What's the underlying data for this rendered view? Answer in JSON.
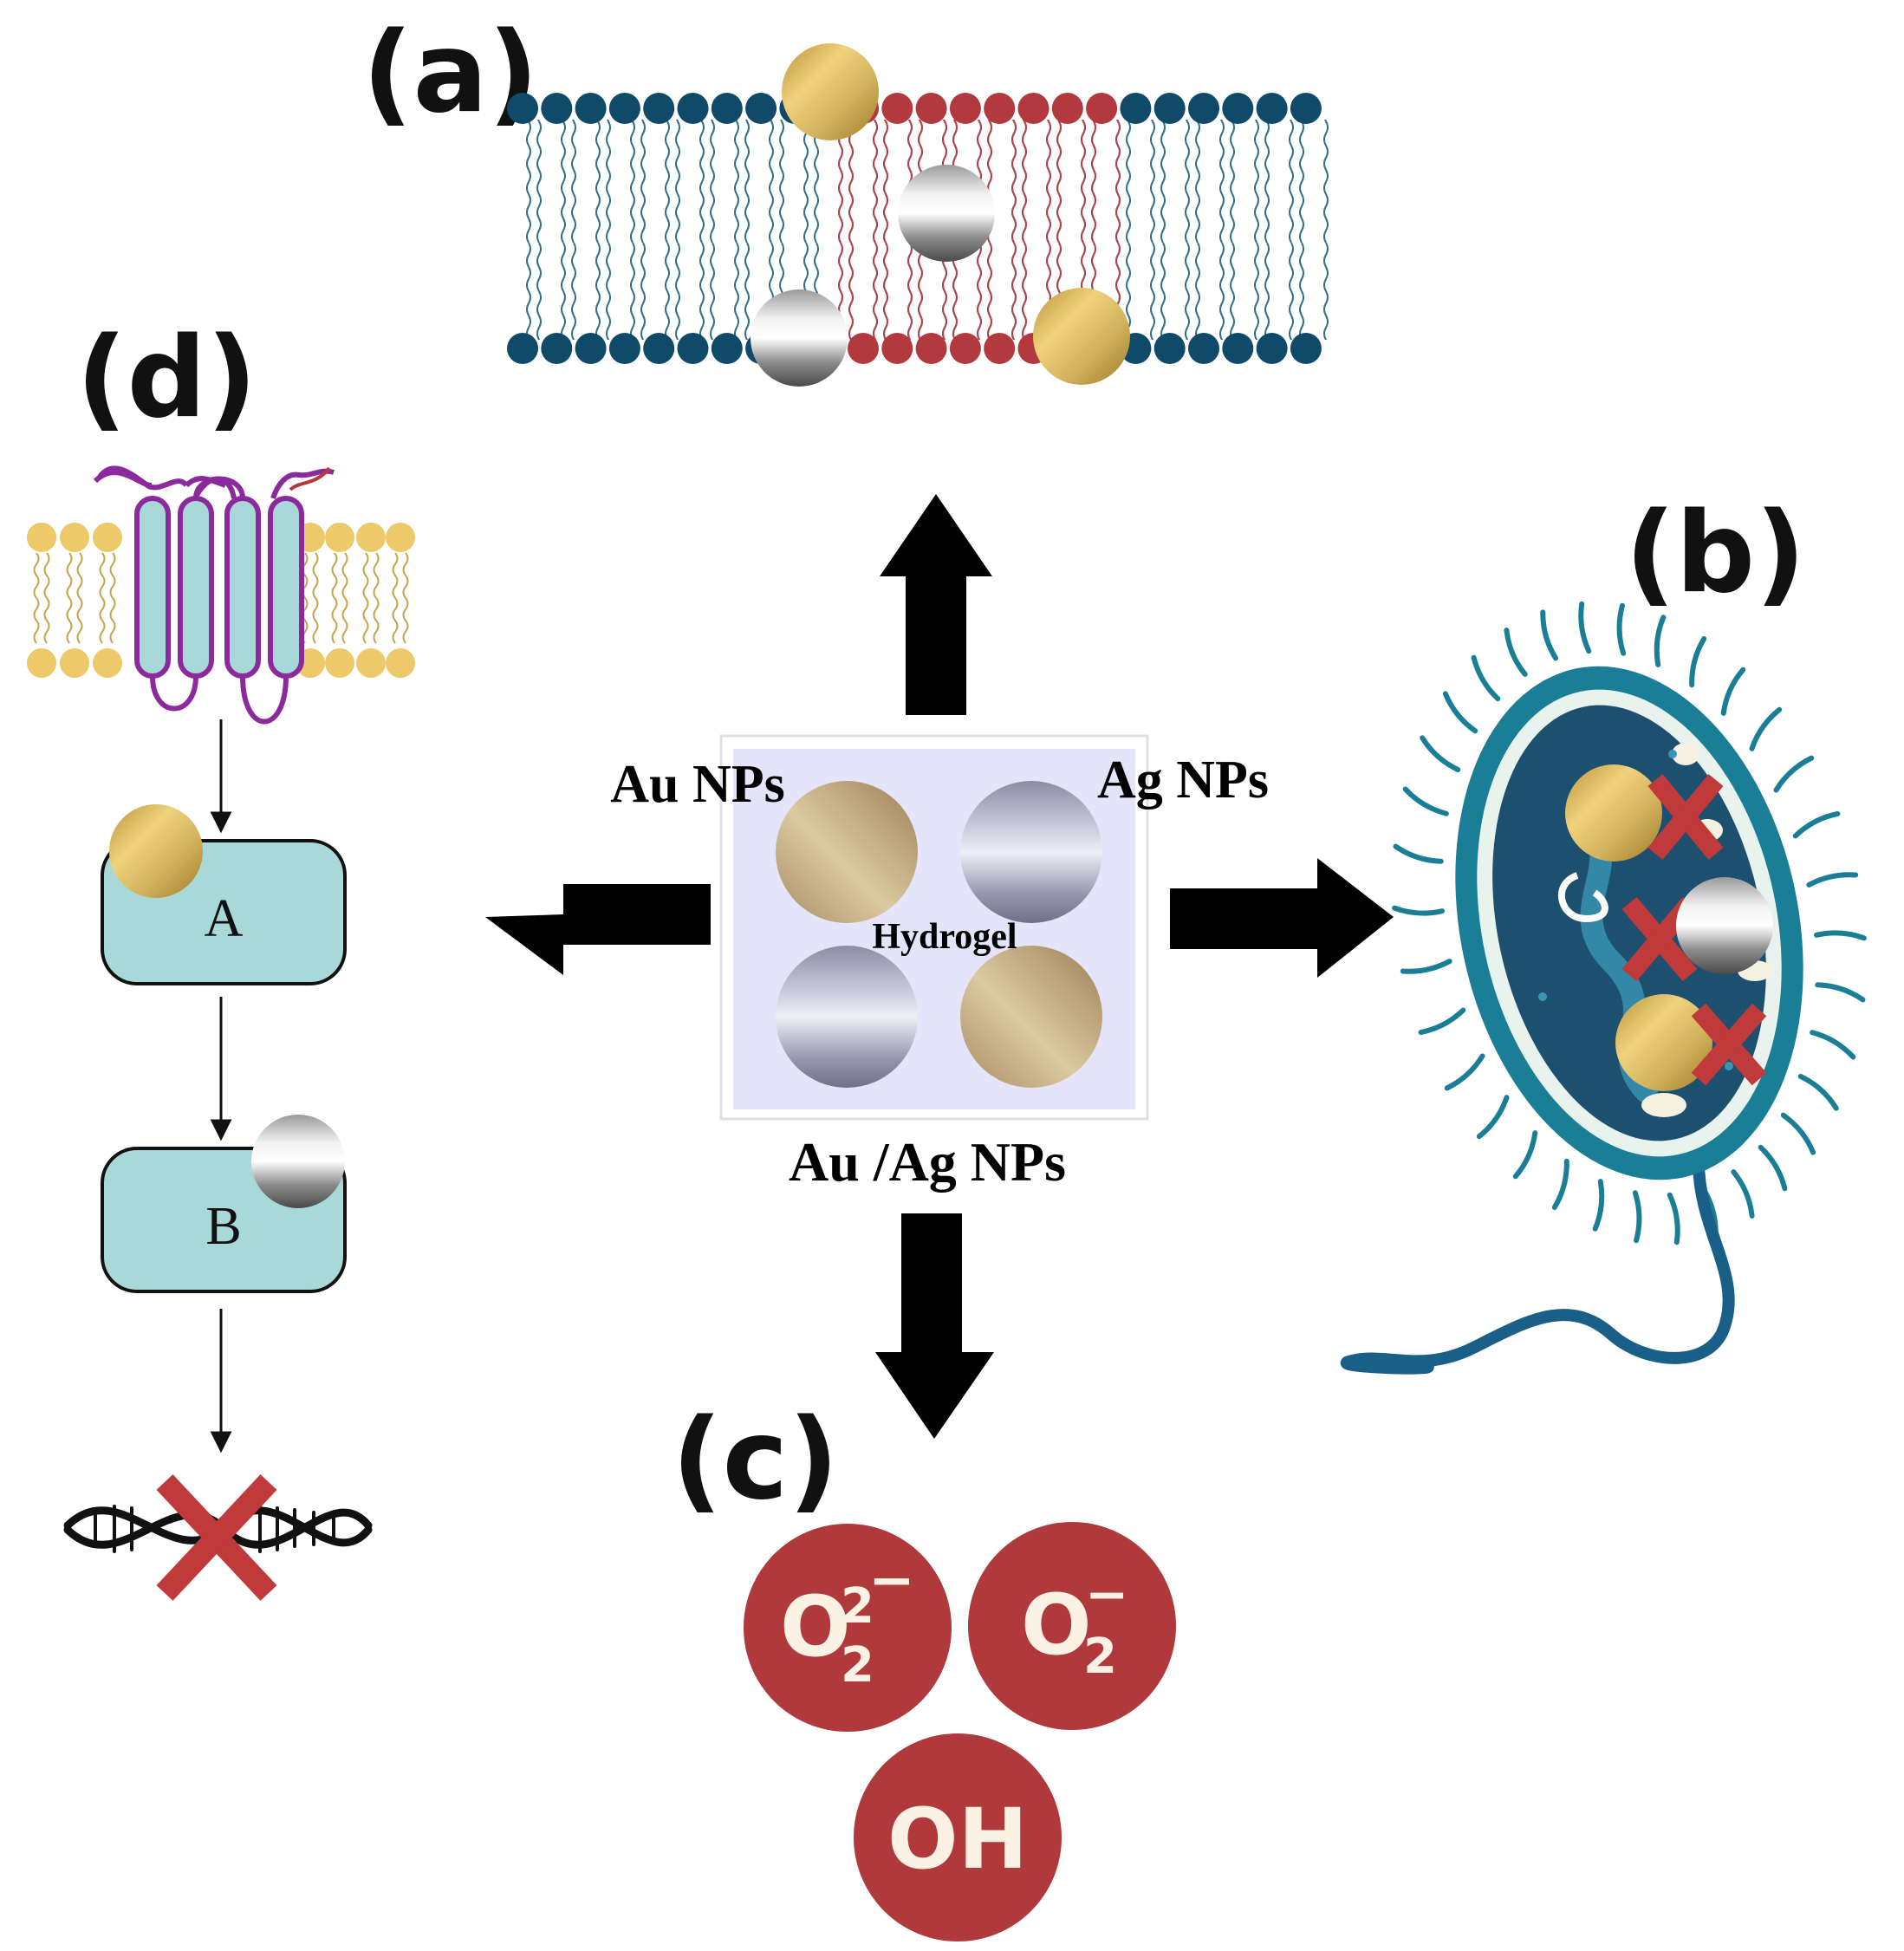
{
  "panels": {
    "a": "(a)",
    "b": "(b)",
    "c": "(c)",
    "d": "(d)"
  },
  "center": {
    "au_label": "Au NPs",
    "ag_label": "Ag NPs",
    "hydrogel_label": "Hydrogel",
    "bottom_label": "Au /Ag NPs"
  },
  "pathway": {
    "box_a": "A",
    "box_b": "B"
  },
  "ros": {
    "peroxide_base": "O",
    "peroxide_sup": "2",
    "peroxide_charge": "−",
    "peroxide_sub": "2",
    "superoxide_base": "O",
    "superoxide_charge": "−",
    "superoxide_sub": "2",
    "hydroxyl": "OH"
  },
  "colors": {
    "membrane_blue": "#0f4a68",
    "membrane_red": "#b23a3e",
    "gold": "#d2b25c",
    "silver": "#b9b9b9",
    "hydrogel_bg": "#e4e4fb",
    "ros_red": "#b0393b",
    "box_fill": "#a9d8d8",
    "bacteria_teal": "#1a7f96",
    "bacteria_dark": "#16405f",
    "cross_red": "#c0393b",
    "lipid_yellow": "#edc96a",
    "receptor_purple": "#8b2a9c"
  },
  "icons": [
    "lipid-bilayer-icon",
    "bacterium-icon",
    "dna-helix-icon",
    "receptor-protein-icon",
    "arrow-icon",
    "cross-icon"
  ]
}
